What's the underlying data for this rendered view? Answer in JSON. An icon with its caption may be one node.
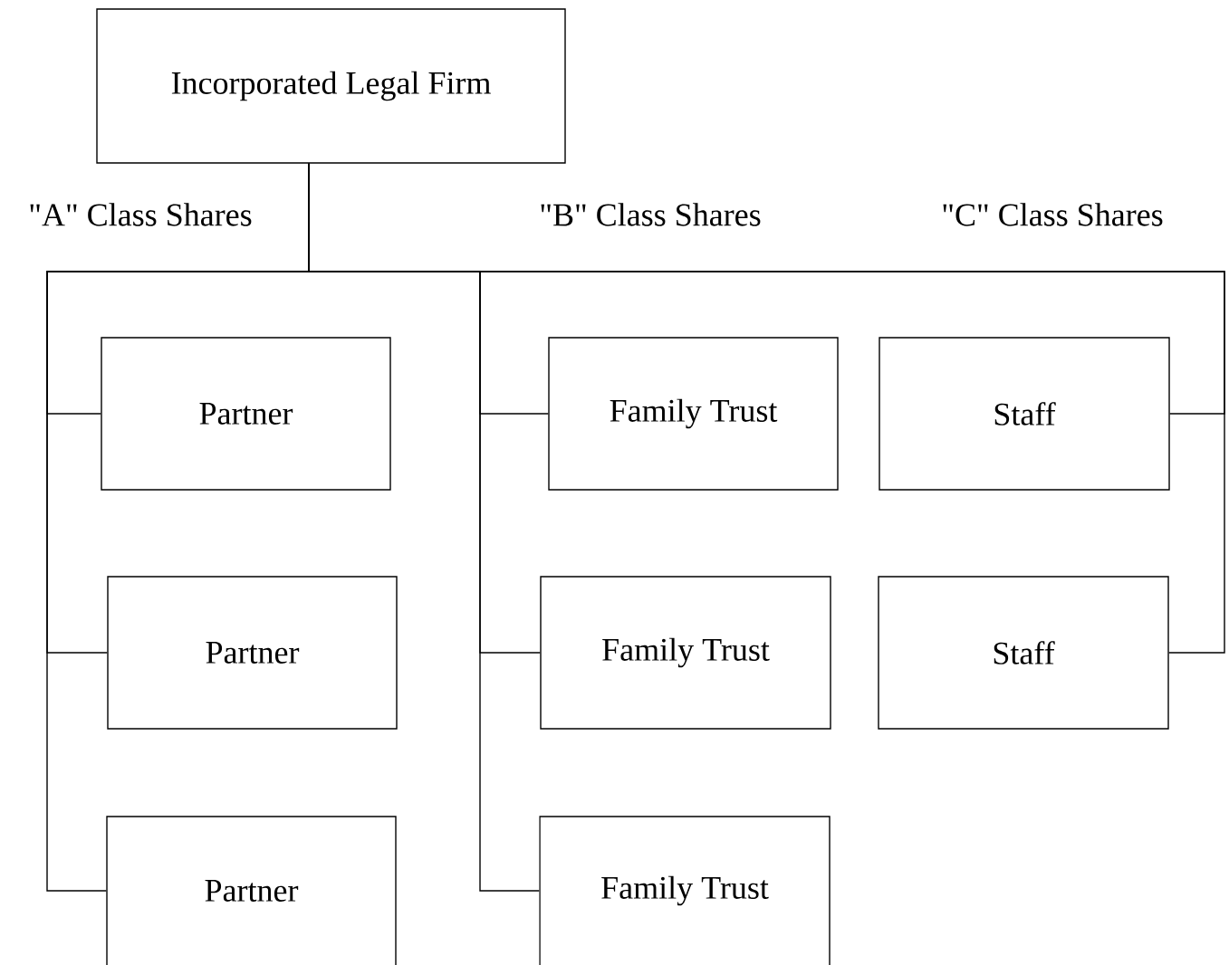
{
  "diagram": {
    "nodes": [
      {
        "text": [
          "Incorporated Legal Firm"
        ]
      },
      {
        "text": [
          "Partner"
        ]
      },
      {
        "text": [
          "Partner"
        ]
      },
      {
        "text": [
          "Partner"
        ]
      },
      {
        "text": [
          "Family Trust"
        ]
      },
      {
        "text": [
          "Family Trust"
        ]
      },
      {
        "text": [
          "Family Trust"
        ]
      },
      {
        "text": [
          "Staff"
        ]
      },
      {
        "text": [
          "Staff"
        ]
      }
    ],
    "edges": [
      {
        "from": 0,
        "to": 1,
        "arrow": "none"
      },
      {
        "from": 0,
        "to": 2,
        "arrow": "none"
      },
      {
        "from": 0,
        "to": 3,
        "arrow": "none"
      },
      {
        "from": 0,
        "to": 4,
        "arrow": "none"
      },
      {
        "from": 0,
        "to": 5,
        "arrow": "none"
      },
      {
        "from": 0,
        "to": 6,
        "arrow": "none"
      },
      {
        "from": 0,
        "to": 7,
        "arrow": "none"
      },
      {
        "from": 0,
        "to": 8,
        "arrow": "none"
      }
    ],
    "labels": [
      "\"A\" Class Shares",
      "\"B\" Class Shares",
      "\"C\" Class Shares"
    ]
  }
}
